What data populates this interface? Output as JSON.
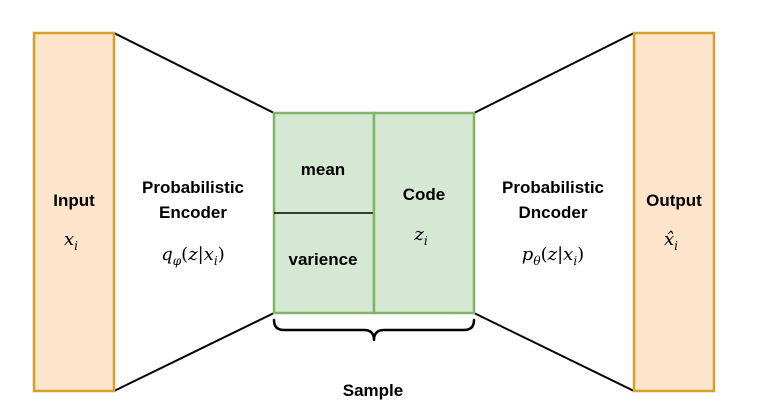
{
  "input": {
    "label": "Input",
    "var_main": "x",
    "var_sub": "i"
  },
  "encoder": {
    "label_line1": "Probabilistic",
    "label_line2": "Encoder",
    "dist_fn": "q",
    "dist_fn_sub": "φ",
    "dist_open": "(",
    "dist_z": "z",
    "dist_bar": "|",
    "dist_x": "x",
    "dist_x_sub": "i",
    "dist_close": ")"
  },
  "latent": {
    "mean_label": "mean",
    "variance_label": "varience",
    "code_label": "Code",
    "code_var_main": "z",
    "code_var_sub": "i"
  },
  "sample": {
    "label": "Sample"
  },
  "decoder": {
    "label_line1": "Probabilistic",
    "label_line2": "Dncoder",
    "dist_fn": "p",
    "dist_fn_sub": "θ",
    "dist_open": "(",
    "dist_z": "z",
    "dist_bar": "|",
    "dist_x": "x",
    "dist_x_sub": "i",
    "dist_close": ")"
  },
  "output": {
    "label": "Output",
    "var_main": "x̂",
    "var_sub": "i"
  },
  "colors": {
    "io_fill": "#fde4cb",
    "io_stroke": "#d7a02a",
    "latent_fill": "#d5e8d4",
    "latent_stroke": "#82b366",
    "line": "#000000"
  }
}
